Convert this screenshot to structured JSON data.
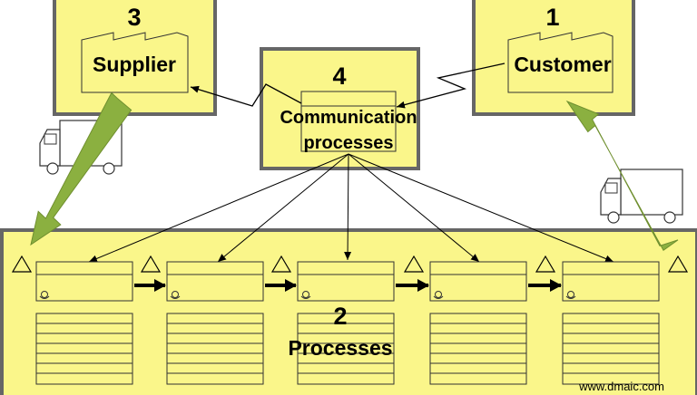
{
  "supplier": {
    "number": "3",
    "label": "Supplier"
  },
  "customer": {
    "number": "1",
    "label": "Customer"
  },
  "communication": {
    "number": "4",
    "line1": "Communication",
    "line2": "processes"
  },
  "processes": {
    "number": "2",
    "label": "Processes",
    "step_count": 5
  },
  "watermark": "www.dmaic.com",
  "colors": {
    "box_fill": "#faf68a",
    "box_border": "#666666",
    "flow_arrow": "#8bb040",
    "ink": "#000000"
  }
}
